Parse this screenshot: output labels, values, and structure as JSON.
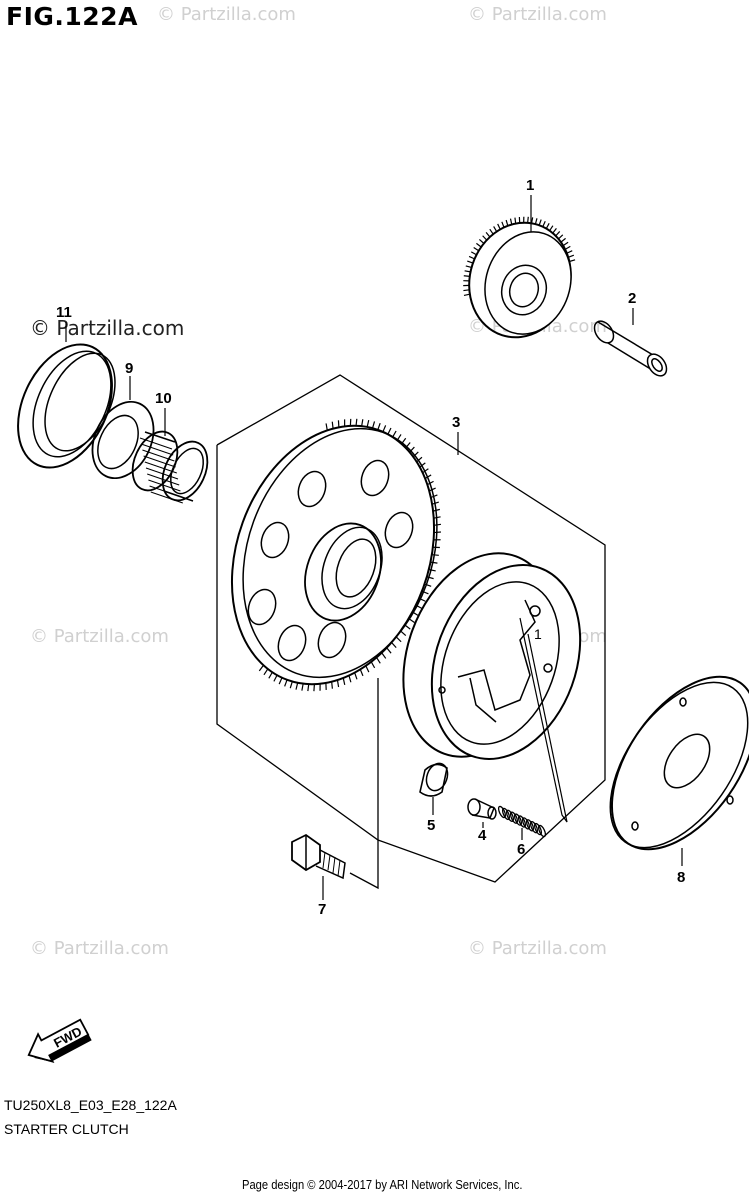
{
  "figure": {
    "title": "FIG.122A"
  },
  "watermarks": [
    "© Partzilla.com"
  ],
  "footer": {
    "model_code": "TU250XL8_E03_E28_122A",
    "section": "STARTER CLUTCH",
    "copyright": "Page design © 2004-2017 by ARI Network Services, Inc."
  },
  "callouts": [
    "1",
    "2",
    "3",
    "4",
    "5",
    "6",
    "7",
    "8",
    "9",
    "10",
    "11"
  ],
  "inner_callout": "1",
  "fwd_label": "FWD",
  "icons": {
    "fwd": "fwd-arrow-icon"
  }
}
